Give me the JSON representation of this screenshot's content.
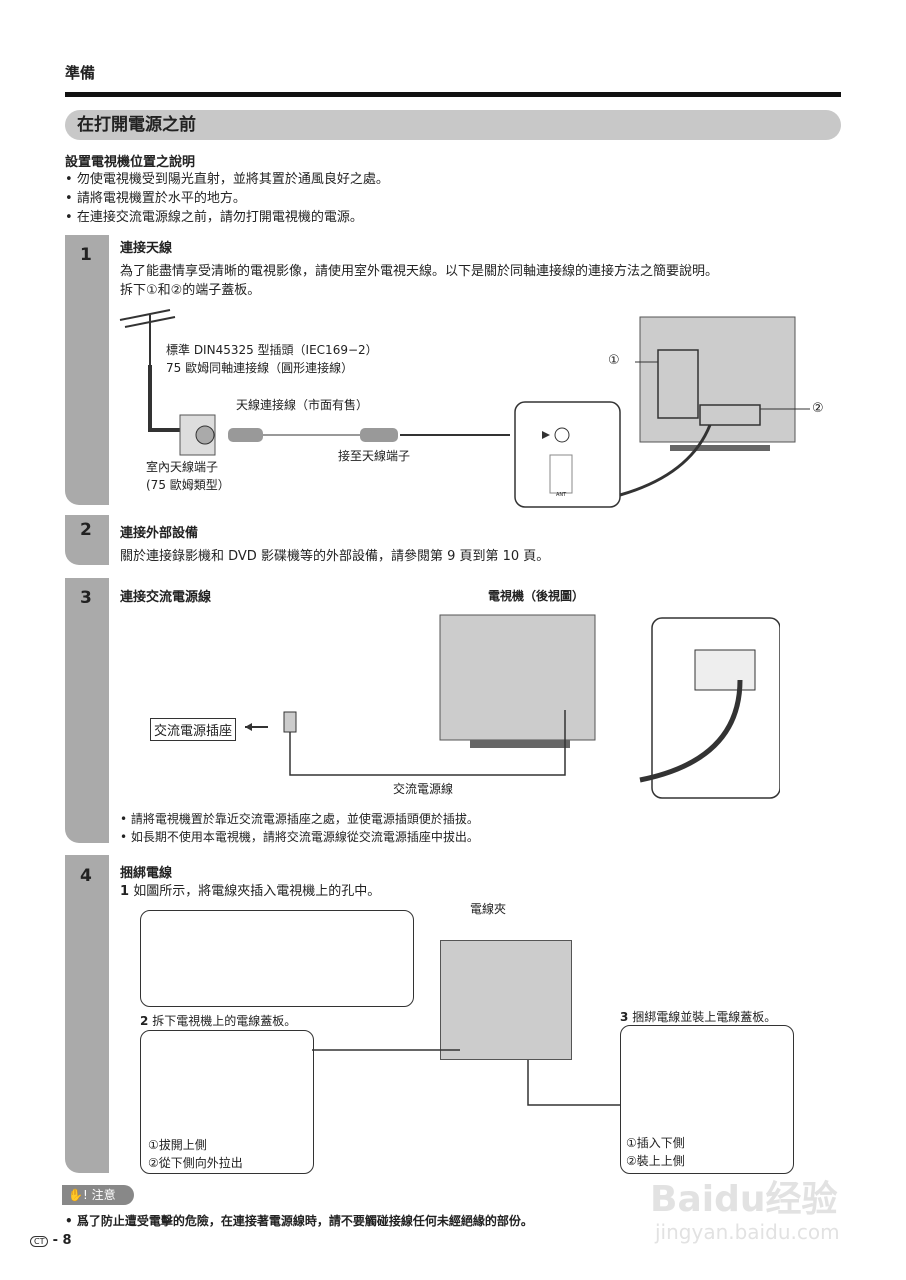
{
  "header": {
    "section": "準備",
    "title": "在打開電源之前"
  },
  "placement": {
    "heading": "設置電視機位置之說明",
    "bullets": [
      "勿使電視機受到陽光直射，並將其置於通風良好之處。",
      "請將電視機置於水平的地方。",
      "在連接交流電源線之前，請勿打開電視機的電源。"
    ]
  },
  "step1": {
    "number": "1",
    "title": "連接天線",
    "text1": "為了能盡情享受清晰的電視影像，請使用室外電視天線。以下是關於同軸連接線的連接方法之簡要說明。",
    "text2": "拆下①和②的端子蓋板。",
    "label_plug1": "標準 DIN45325 型插頭（IEC169−2）",
    "label_plug2": "75 歐姆同軸連接線（圓形連接線）",
    "label_cable": "天線連接線（市面有售）",
    "label_connect": "接至天線端子",
    "label_indoor1": "室內天線端子",
    "label_indoor2": "(75 歐姆類型）",
    "callout1": "①",
    "callout2": "②",
    "ant_label": "ANT"
  },
  "step2": {
    "number": "2",
    "title": "連接外部設備",
    "text": "關於連接錄影機和 DVD 影碟機等的外部設備，請參閱第 9 頁到第 10 頁。"
  },
  "step3": {
    "number": "3",
    "title": "連接交流電源線",
    "diagram_title": "電視機（後視圖）",
    "outlet_label": "交流電源插座",
    "cord_label": "交流電源線",
    "bullets": [
      "請將電視機置於靠近交流電源插座之處，並使電源插頭便於插拔。",
      "如長期不使用本電視機，請將交流電源線從交流電源插座中拔出。"
    ]
  },
  "step4": {
    "number": "4",
    "title": "捆綁電線",
    "sub1_num": "1",
    "sub1": "如圖所示，將電線夾插入電視機上的孔中。",
    "clamp_label": "電線夾",
    "sub2_num": "2",
    "sub2": "拆下電視機上的電線蓋板。",
    "sub2_items": [
      "①拔開上側",
      "②從下側向外拉出"
    ],
    "sub3_num": "3",
    "sub3": "捆綁電線並裝上電線蓋板。",
    "sub3_items": [
      "①插入下側",
      "②裝上上側"
    ]
  },
  "caution": {
    "label": "注意",
    "text": "爲了防止遭受電擊的危險，在連接著電源線時，請不要觸碰接線任何未經絕緣的部份。"
  },
  "footer": {
    "lang": "CT",
    "page": "- 8"
  },
  "watermark": {
    "brand": "Baidu经验",
    "url": "jingyan.baidu.com"
  }
}
